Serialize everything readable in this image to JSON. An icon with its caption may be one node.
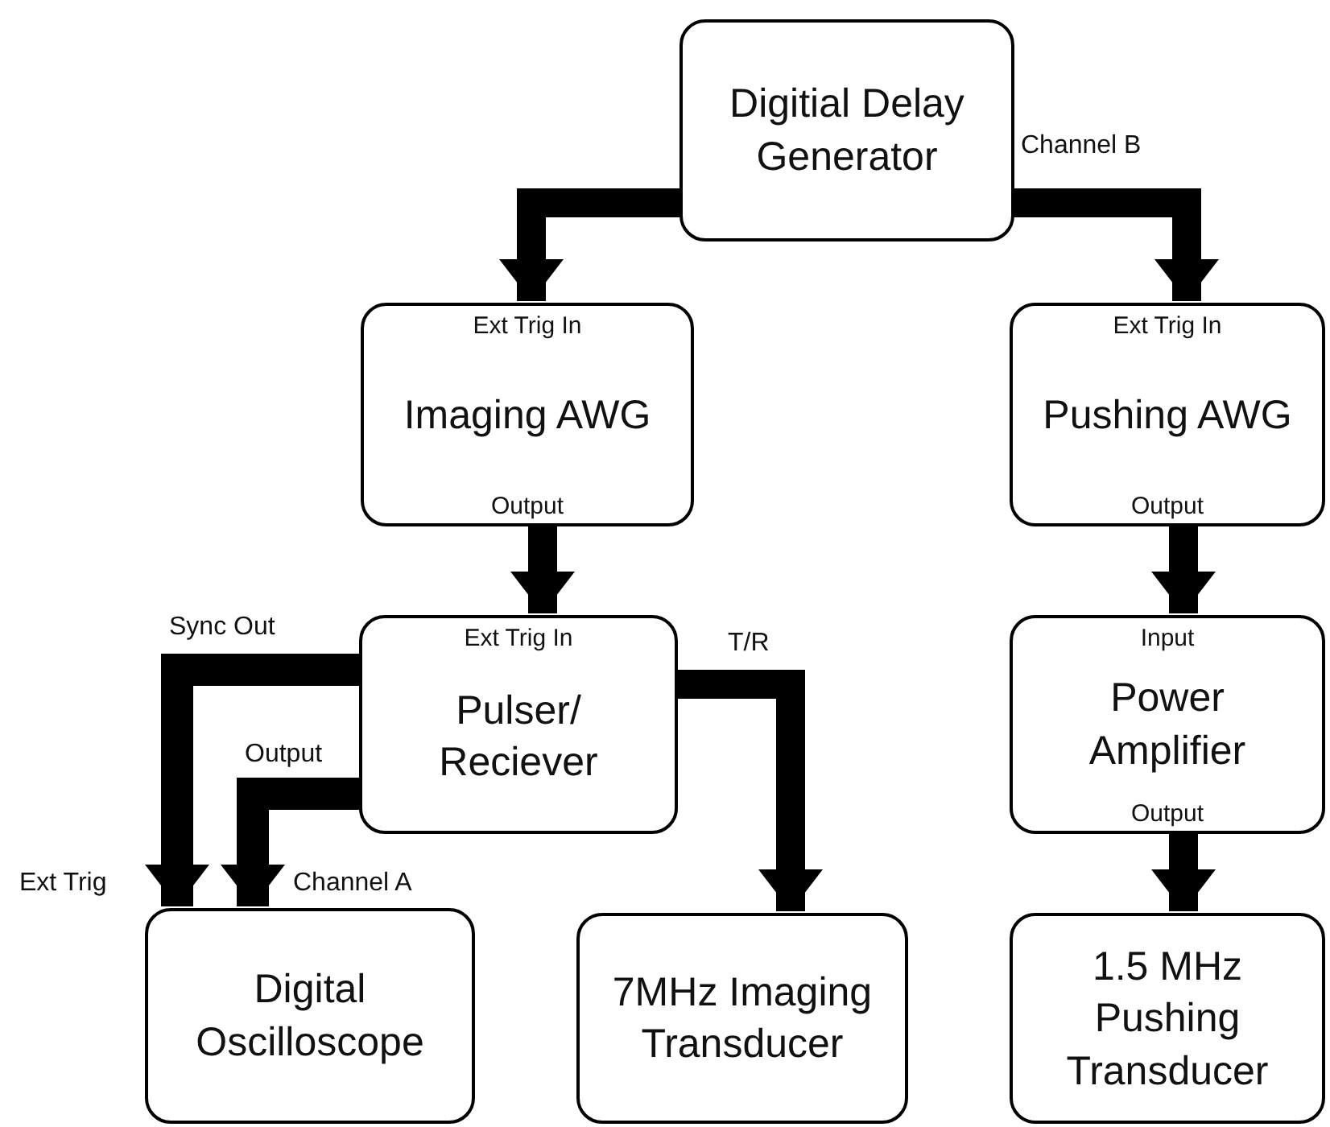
{
  "diagram": {
    "nodes": [
      {
        "text": [
          "Digitial Delay Generator"
        ]
      },
      {
        "text": [
          "Ext Trig In",
          "Imaging AWG",
          "Output"
        ]
      },
      {
        "text": [
          "Ext Trig In",
          "Pushing AWG",
          "Output"
        ]
      },
      {
        "text": [
          "Ext Trig In",
          "Pulser/ Reciever"
        ]
      },
      {
        "text": [
          "Input",
          "Power Amplifier",
          "Output"
        ]
      },
      {
        "text": [
          "Digital Oscilloscope"
        ],
        "beside": [
          "Ext Trig",
          "Channel A"
        ]
      },
      {
        "text": [
          "7MHz Imaging Transducer"
        ]
      },
      {
        "text": [
          "1.5 MHz Pushing Transducer"
        ]
      }
    ],
    "edges": [
      {
        "from": 0,
        "to": 1,
        "arrow": "to"
      },
      {
        "from": 0,
        "to": 2,
        "arrow": "to",
        "label": "Channel B"
      },
      {
        "from": 1,
        "to": 3,
        "arrow": "to"
      },
      {
        "from": 2,
        "to": 4,
        "arrow": "to"
      },
      {
        "from": 3,
        "to": 5,
        "arrow": "to",
        "label": "Sync Out"
      },
      {
        "from": 3,
        "to": 5,
        "arrow": "to",
        "label": "Output"
      },
      {
        "from": 3,
        "to": 6,
        "arrow": "to",
        "label": "T/R"
      },
      {
        "from": 4,
        "to": 7,
        "arrow": "to"
      }
    ]
  }
}
